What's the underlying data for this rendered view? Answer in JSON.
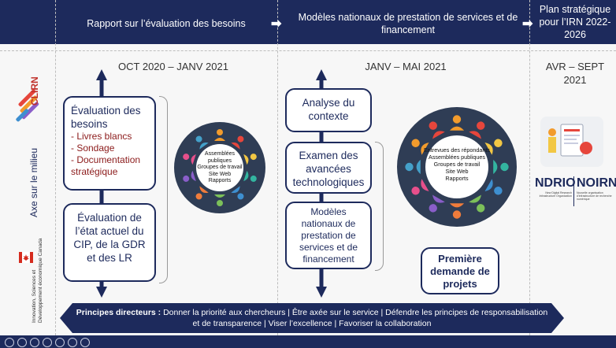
{
  "header": {
    "phase1": "Rapport sur l’évaluation des besoins",
    "phase2": "Modèles nationaux de prestation de services et de financement",
    "phase3": "Plan stratégique pour l’IRN 2022-2026"
  },
  "periods": {
    "p1": "OCT 2020 – JANV 2021",
    "p2": "JANV – MAI 2021",
    "p3": "AVR – SEPT 2021"
  },
  "side": {
    "clirn": "CLIRN",
    "axis_label": "Axe sur le milieu",
    "ised": "Innovation, Sciences et Développement économique Canada"
  },
  "phase1": {
    "box1_title": "Évaluation des besoins",
    "box1_items": [
      "- Livres blancs",
      "- Sondage",
      "- Documentation stratégique"
    ],
    "box2_title": "Évaluation de l’état actuel du CIP, de la GDR et des LR",
    "circle_lines": [
      "Assemblées publiques",
      "Groupes de travail",
      "Site Web",
      "Rapports"
    ]
  },
  "phase2": {
    "box1": "Analyse du contexte",
    "box2": "Examen des avancées technologiques",
    "box3": "Modèles nationaux de prestation de services et de financement",
    "box4": "Première demande de projets",
    "circle_lines": [
      "Entrevues des répondants",
      "Assemblées publiques",
      "Groupes de travail",
      "Site Web",
      "Rapports"
    ]
  },
  "ndrio": {
    "left": "NDRIO",
    "right": "NOIRN",
    "left_sub": "New Digital Research Infrastructure Organization",
    "right_sub": "Nouvelle organisation d’infrastructure de recherche numérique"
  },
  "principles": {
    "label": "Principes directeurs :",
    "text": " Donner la priorité aux chercheurs | Être axée sur le service | Défendre les principes de responsabilisation et de transparence | Viser l’excellence | Favoriser la collaboration"
  },
  "colors": {
    "navy": "#1d2a5c",
    "red": "#8b1a1a",
    "circle": "#2f3d55",
    "people": [
      "#f29b2c",
      "#e6463c",
      "#f2c744",
      "#33b5a0",
      "#3e8fd0",
      "#7cc05a",
      "#f07c3b",
      "#8a5ec9",
      "#e74f8b",
      "#44a0c9"
    ]
  }
}
